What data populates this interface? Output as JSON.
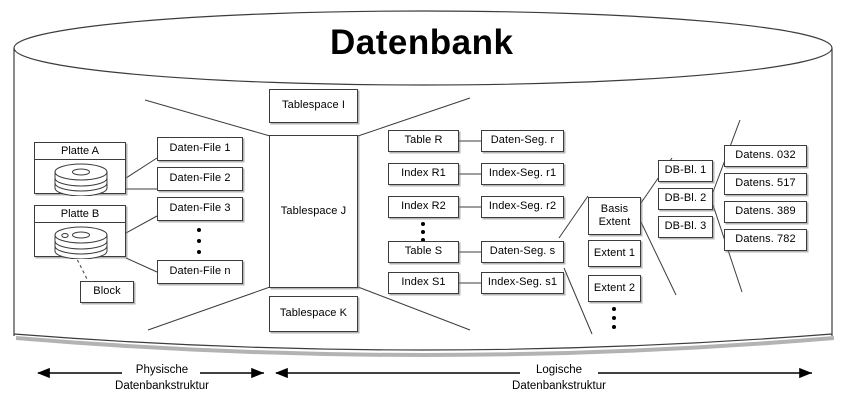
{
  "diagram": {
    "title": "Datenbank",
    "physical_label_line1": "Physische",
    "physical_label_line2": "Datenbankstruktur",
    "logical_label_line1": "Logische",
    "logical_label_line2": "Datenbankstruktur",
    "colors": {
      "stroke": "#3c3c3c",
      "text": "#000000",
      "background": "#ffffff",
      "shadow": "#787878"
    }
  },
  "disks": [
    {
      "label": "Platte A"
    },
    {
      "label": "Platte B"
    }
  ],
  "block": {
    "label": "Block"
  },
  "datafiles": [
    {
      "label": "Daten-File 1"
    },
    {
      "label": "Daten-File 2"
    },
    {
      "label": "Daten-File 3"
    },
    {
      "label": "Daten-File n"
    }
  ],
  "tablespaces": [
    {
      "label": "Tablespace I"
    },
    {
      "label": "Tablespace J"
    },
    {
      "label": "Tablespace K"
    }
  ],
  "objects": [
    {
      "label": "Table R"
    },
    {
      "label": "Index R1"
    },
    {
      "label": "Index R2"
    },
    {
      "label": "Table S"
    },
    {
      "label": "Index S1"
    }
  ],
  "segments": [
    {
      "label": "Daten-Seg. r"
    },
    {
      "label": "Index-Seg. r1"
    },
    {
      "label": "Index-Seg. r2"
    },
    {
      "label": "Daten-Seg. s"
    },
    {
      "label": "Index-Seg. s1"
    }
  ],
  "extents": [
    {
      "line1": "Basis",
      "line2": "Extent"
    },
    {
      "label": "Extent 1"
    },
    {
      "label": "Extent 2"
    }
  ],
  "dbblocks": [
    {
      "label": "DB-Bl. 1"
    },
    {
      "label": "DB-Bl. 2"
    },
    {
      "label": "DB-Bl. 3"
    }
  ],
  "records": [
    {
      "label": "Datens. 032"
    },
    {
      "label": "Datens. 517"
    },
    {
      "label": "Datens. 389"
    },
    {
      "label": "Datens. 782"
    }
  ]
}
